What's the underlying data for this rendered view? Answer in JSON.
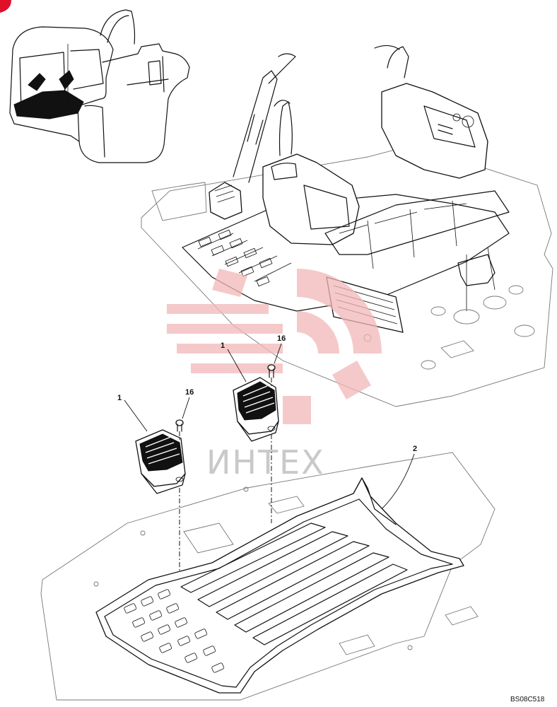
{
  "callouts": [
    {
      "id": "callout-1-right",
      "label": "1"
    },
    {
      "id": "callout-16-right",
      "label": "16"
    },
    {
      "id": "callout-1-left",
      "label": "1"
    },
    {
      "id": "callout-16-left",
      "label": "16"
    },
    {
      "id": "callout-2",
      "label": "2"
    }
  ],
  "watermark": {
    "text": "ИНТЕХ",
    "color": "#f2b7b7"
  },
  "drawing_code": "BS08C518",
  "corner_marker_color": "#e0102a"
}
